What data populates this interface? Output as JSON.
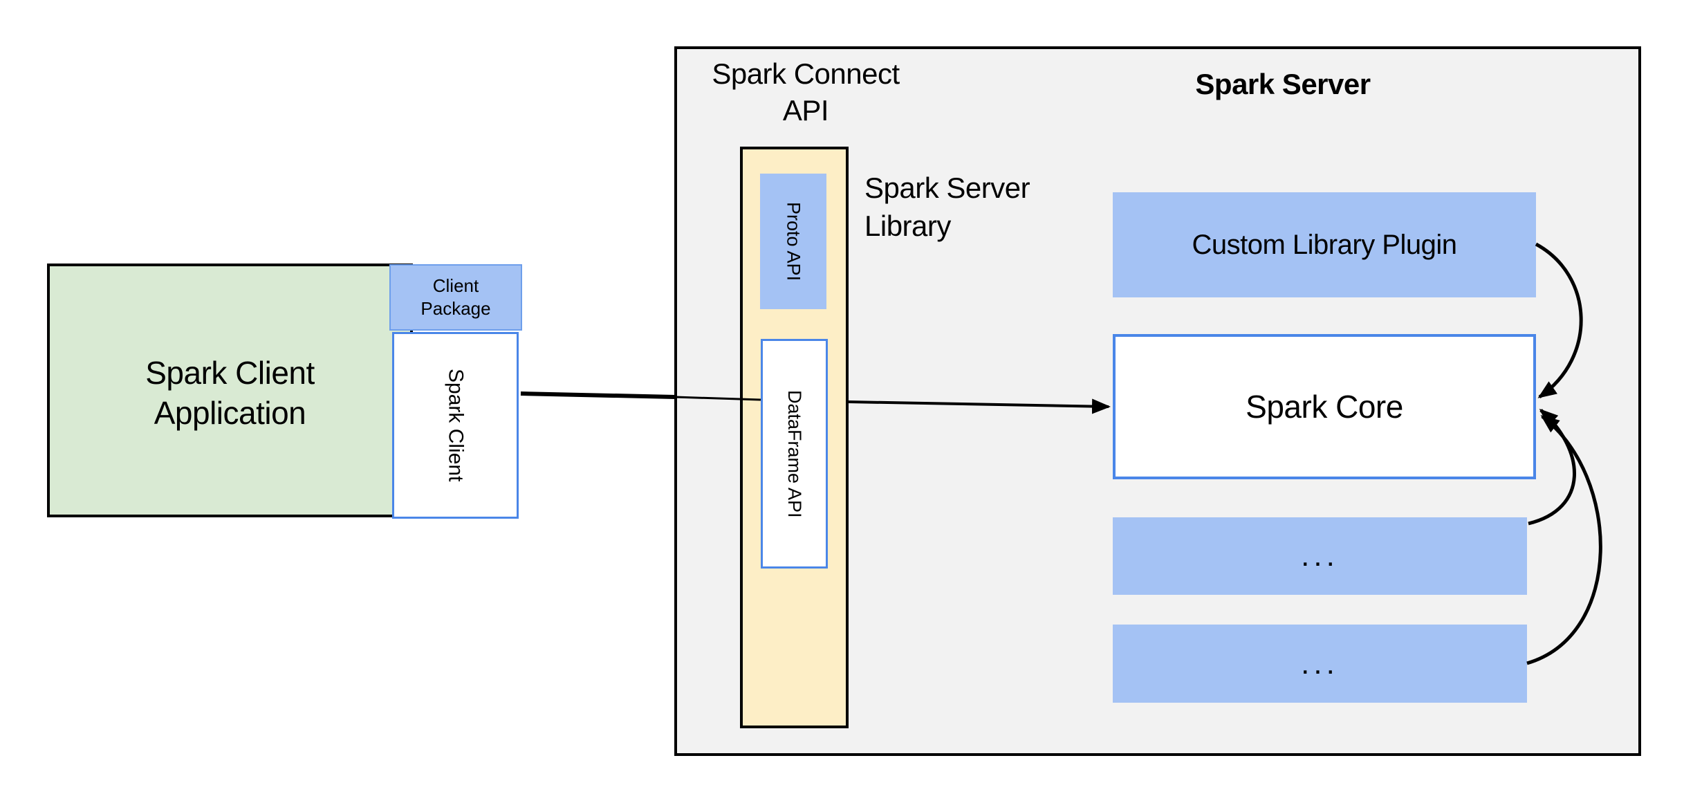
{
  "colors": {
    "fill_gray": "#f2f2f2",
    "fill_green": "#d9ead3",
    "fill_blue": "#a4c2f4",
    "fill_yellow": "#fdeec6",
    "border_blue": "#4a86e8",
    "border_blue_soft": "#6d9eeb",
    "ink": "#000000",
    "page_bg": "#ffffff"
  },
  "client": {
    "app_label_line1": "Spark Client",
    "app_label_line2": "Application",
    "package_label_line1": "Client",
    "package_label_line2": "Package",
    "spark_client_label": "Spark Client"
  },
  "connect": {
    "api_label_line1": "Spark Connect",
    "api_label_line2": "API",
    "proto_api_label": "Proto API",
    "dataframe_api_label": "DataFrame API",
    "server_library_label_line1": "Spark Server",
    "server_library_label_line2": "Library"
  },
  "server": {
    "title": "Spark Server",
    "custom_plugin_label": "Custom Library Plugin",
    "spark_core_label": "Spark Core",
    "ellipsis_1": "...",
    "ellipsis_2": "..."
  }
}
